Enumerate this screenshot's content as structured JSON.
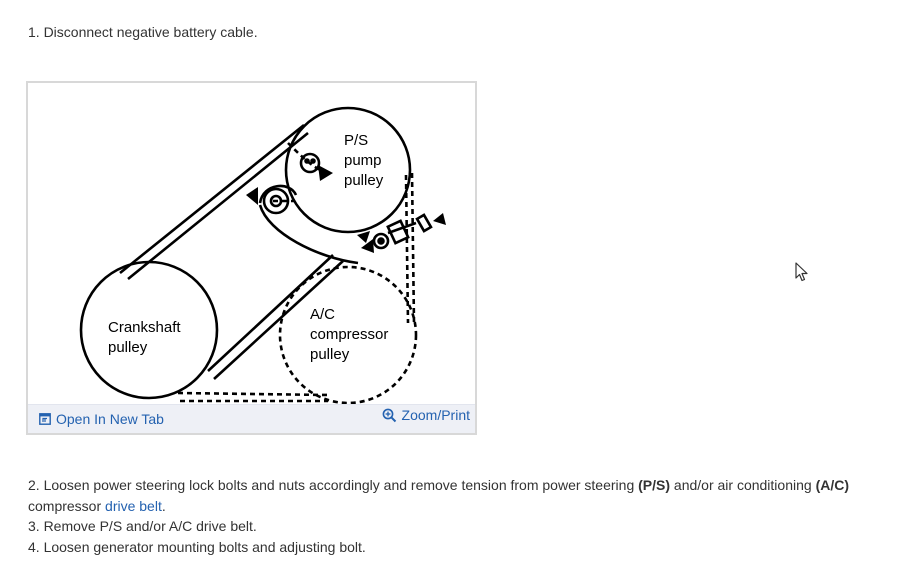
{
  "steps": {
    "step1": "1. Disconnect negative battery cable.",
    "step2_pre": "2. Loosen power steering lock bolts and nuts accordingly and remove tension from power steering ",
    "step2_ps": "(P/S)",
    "step2_mid": " and/or air conditioning ",
    "step2_ac": "(A/C)",
    "step2_mid2": " compressor ",
    "step2_link": "drive belt",
    "step2_end": ".",
    "step3": "3. Remove P/S and/or A/C drive belt.",
    "step4": "4. Loosen generator mounting bolts and adjusting bolt."
  },
  "figure": {
    "labels": {
      "ps_line1": "P/S",
      "ps_line2": "pump",
      "ps_line3": "pulley",
      "crank_line1": "Crankshaft",
      "crank_line2": "pulley",
      "ac_line1": "A/C",
      "ac_line2": "compressor",
      "ac_line3": "pulley"
    },
    "open_new_tab": "Open In New Tab",
    "zoom_print": "Zoom/Print"
  },
  "colors": {
    "link": "#2462b0",
    "footer_bg": "#eef0f6",
    "text": "#333333"
  },
  "icons": {
    "open_tab": "open-new-tab-icon",
    "zoom": "zoom-magnifier-icon",
    "cursor": "mouse-pointer-icon"
  }
}
